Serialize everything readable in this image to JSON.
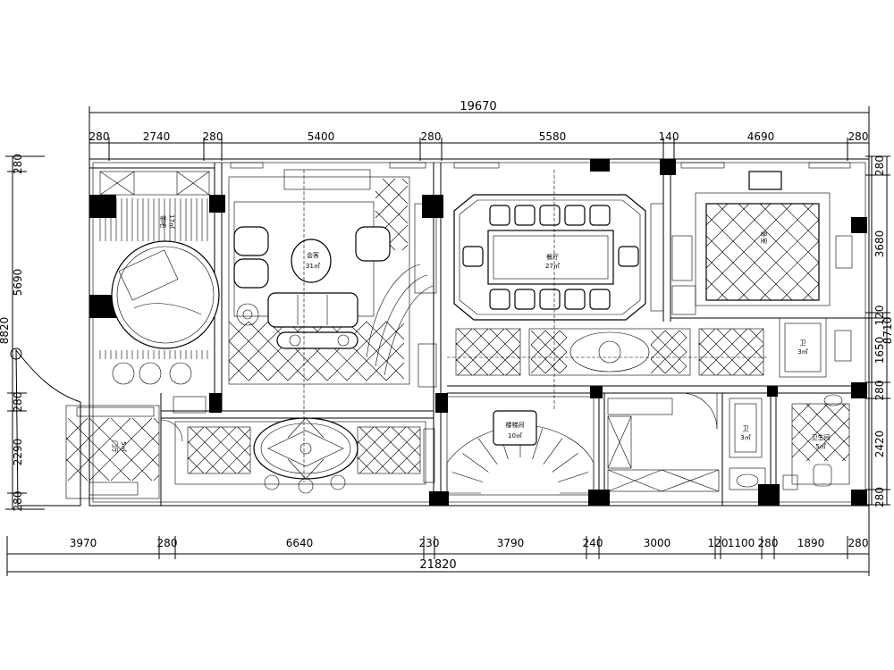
{
  "drawing": {
    "top_total": "19670",
    "top_segments": [
      "280",
      "2740",
      "280",
      "5400",
      "280",
      "5580",
      "140",
      "4690",
      "280"
    ],
    "bottom_segments": [
      "3970",
      "280",
      "6640",
      "230",
      "3790",
      "240",
      "3000",
      "120",
      "1100",
      "280",
      "1890",
      "280"
    ],
    "bottom_total": "21820",
    "left_segments": [
      "280",
      "5690",
      "280",
      "2290",
      "280"
    ],
    "left_total": "8820",
    "right_segments": [
      "280",
      "3680",
      "120",
      "1650",
      "280",
      "2420",
      "280"
    ],
    "right_total": "8710"
  },
  "rooms": [
    {
      "id": "tea-room",
      "label": "茶吧",
      "area": "17㎡"
    },
    {
      "id": "living-room",
      "label": "会客",
      "area": "31㎡"
    },
    {
      "id": "dining-room",
      "label": "餐厅",
      "area": "27㎡"
    },
    {
      "id": "bedroom",
      "label": "卧室",
      "area": ""
    },
    {
      "id": "bath-1",
      "label": "卫",
      "area": "3㎡"
    },
    {
      "id": "stair",
      "label": "楼梯间",
      "area": "10㎡"
    },
    {
      "id": "bath-2",
      "label": "卫",
      "area": "3㎡"
    },
    {
      "id": "bath-3",
      "label": "卫生间",
      "area": "5㎡"
    },
    {
      "id": "entry",
      "label": "门厅",
      "area": "5㎡"
    }
  ]
}
